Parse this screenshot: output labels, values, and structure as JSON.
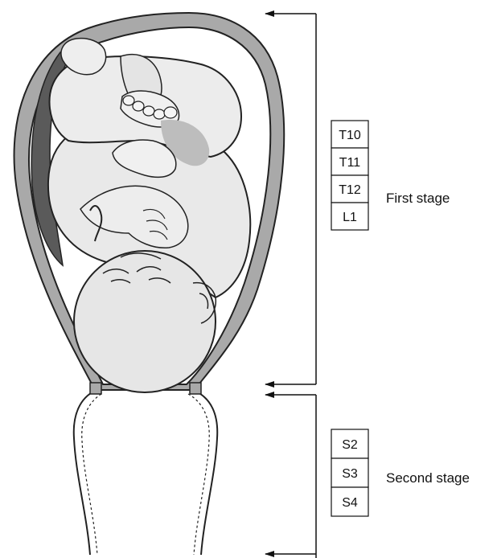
{
  "stages": [
    {
      "id": "first",
      "label": "First stage",
      "segments": [
        "T10",
        "T11",
        "T12",
        "L1"
      ]
    },
    {
      "id": "second",
      "label": "Second stage",
      "segments": [
        "S2",
        "S3",
        "S4"
      ]
    }
  ],
  "colors": {
    "uterine_wall": "#a9a9a9",
    "placenta": "#5a5a5a",
    "fetus_skin": "#e9e9e9",
    "cord_shadow": "#bdbdbd",
    "outline": "#222222",
    "line": "#111111"
  }
}
